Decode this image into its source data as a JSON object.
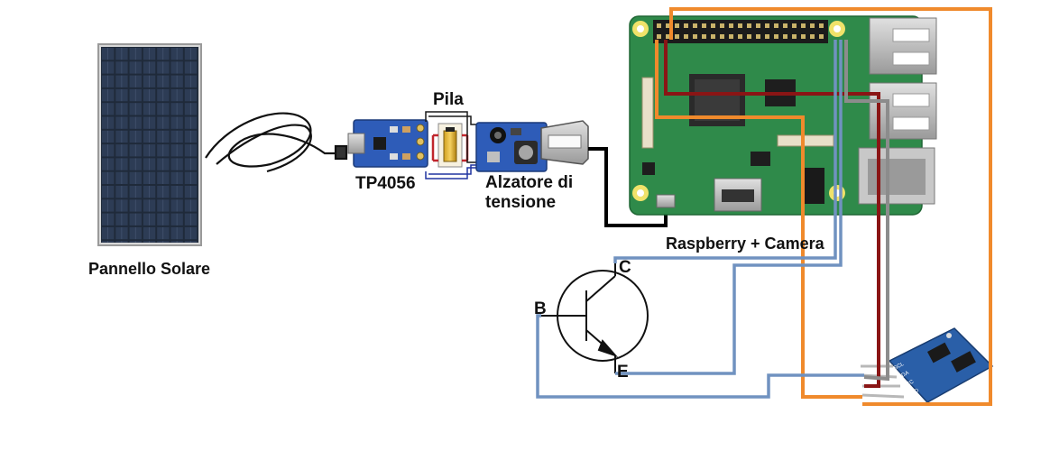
{
  "labels": {
    "solar_panel": "Pannello Solare",
    "battery": "Pila",
    "charger": "TP4056",
    "booster": "Alzatore di\ntensione",
    "raspberry": "Raspberry + Camera"
  },
  "transistor": {
    "base": "B",
    "collector": "C",
    "emitter": "E"
  },
  "rtc_pins": [
    "SCL",
    "SDA",
    "VCC",
    "GND"
  ],
  "colors": {
    "orange_wire": "#f08a2c",
    "blue_wire": "#7092c0",
    "red_wire": "#8a1515",
    "gray_wire": "#8c8c8c",
    "black_wire": "#000000",
    "board_green": "#2f8a4a",
    "rtc_blue": "#2a5fa8"
  }
}
